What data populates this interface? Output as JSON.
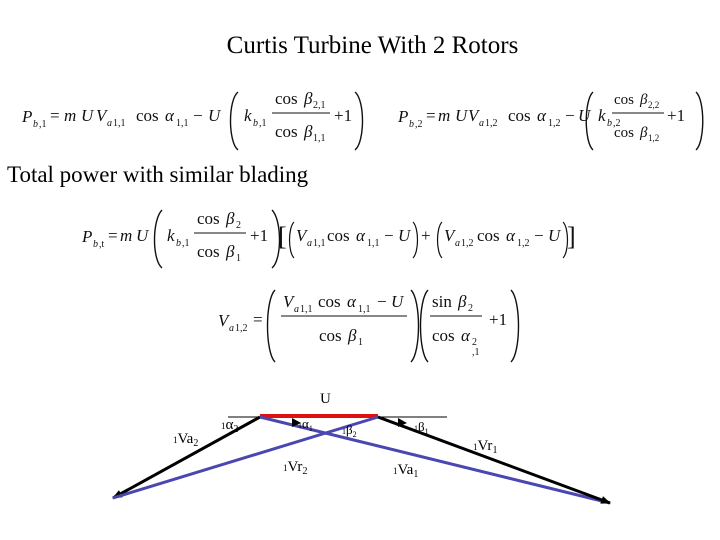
{
  "title": "Curtis Turbine With 2 Rotors",
  "subtitle": "Total power with similar blading",
  "colors": {
    "blue": "#4a47b0",
    "red": "#e01010",
    "black": "#000000"
  },
  "diagram": {
    "U": "U",
    "alpha2": "1α2",
    "alpha1": "1α1",
    "beta2": "1β2",
    "beta1": "1β1",
    "Va2": "1Va2",
    "Vr2": "1Vr2",
    "Va1": "1Va1",
    "Vr1": "1Vr1"
  }
}
